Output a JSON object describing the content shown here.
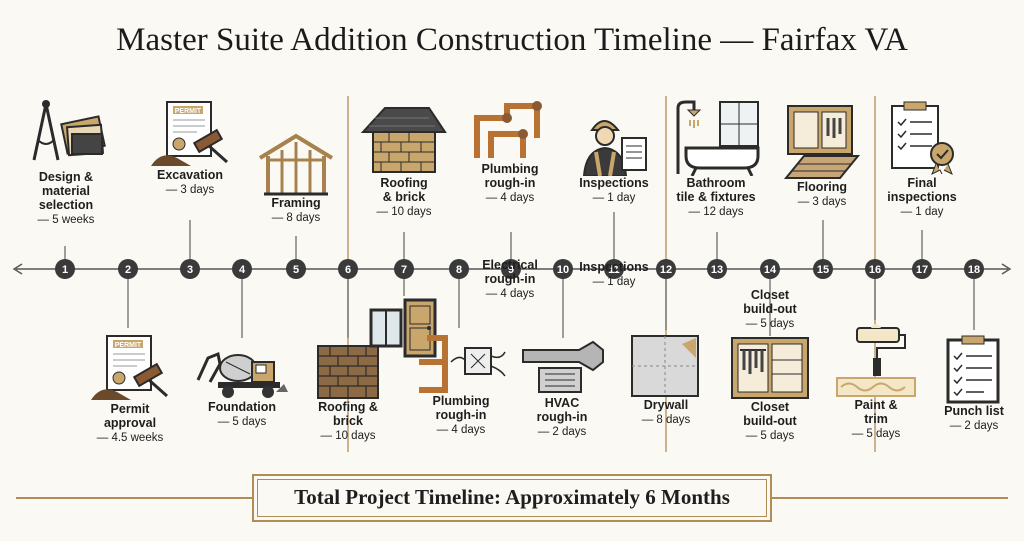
{
  "title": "Master Suite Addition Construction Timeline — Fairfax VA",
  "total": "Total Project Timeline: Approximately 6 Months",
  "colors": {
    "accent": "#b08d57",
    "dark": "#2b2b2b",
    "line": "#555555"
  },
  "nodes": [
    "1",
    "2",
    "3",
    "4",
    "5",
    "6",
    "7",
    "8",
    "9",
    "10",
    "11",
    "12",
    "13",
    "14",
    "15",
    "16",
    "17",
    "18"
  ],
  "phases": [
    {
      "label": "Design &\nmaterial\nselection",
      "duration": "— 5 weeks",
      "icon": "drafting-tools-icon"
    },
    {
      "label": "Permit\napproval",
      "duration": "— 4.5 weeks",
      "icon": "permit-gavel-icon"
    },
    {
      "label": "Excavation",
      "duration": "— 3 days",
      "icon": "permit-gavel-icon"
    },
    {
      "label": "Foundation",
      "duration": "— 5 days",
      "icon": "cement-mixer-icon"
    },
    {
      "label": "Framing",
      "duration": "— 8 days",
      "icon": "house-frame-icon"
    },
    {
      "label": "Roofing &\nbrick",
      "duration": "— 10 days",
      "icon": "brick-stack-icon"
    },
    {
      "label": "Roofing\n& brick",
      "duration": "— 10 days",
      "icon": "roof-house-icon"
    },
    {
      "label": "",
      "duration": "",
      "icon": "window-door-icon"
    },
    {
      "label": "Plumbing\nrough-in",
      "duration": "— 4 days",
      "icon": "pipes-icon"
    },
    {
      "label": "Electrical\nrough-in",
      "duration": "— 4 days",
      "icon": ""
    },
    {
      "label": "Plumbing\nrough-in",
      "duration": "— 4 days",
      "icon": "pipes-electrical-icon"
    },
    {
      "label": "HVAC\nrough-in",
      "duration": "— 2 days",
      "icon": "hvac-duct-icon"
    },
    {
      "label": "Inspections",
      "duration": "— 1 day",
      "icon": "inspector-icon"
    },
    {
      "label": "Inspections",
      "duration": "— 1 day",
      "icon": ""
    },
    {
      "label": "Drywall",
      "duration": "— 8 days",
      "icon": "drywall-icon"
    },
    {
      "label": "Bathroom\ntile & fixtures",
      "duration": "— 12 days",
      "icon": "shower-bathtub-icon"
    },
    {
      "label": "Closet\nbuild-out",
      "duration": "— 5 days",
      "icon": ""
    },
    {
      "label": "Closet\nbuild-out",
      "duration": "— 5 days",
      "icon": "closet-icon"
    },
    {
      "label": "Flooring",
      "duration": "— 3 days",
      "icon": "closet-floor-icon"
    },
    {
      "label": "Paint &\ntrim",
      "duration": "— 5 days",
      "icon": "paint-roller-icon"
    },
    {
      "label": "Final\ninspections",
      "duration": "— 1 day",
      "icon": "final-checklist-icon"
    },
    {
      "label": "Punch list",
      "duration": "— 2 days",
      "icon": "clipboard-checklist-icon"
    }
  ]
}
